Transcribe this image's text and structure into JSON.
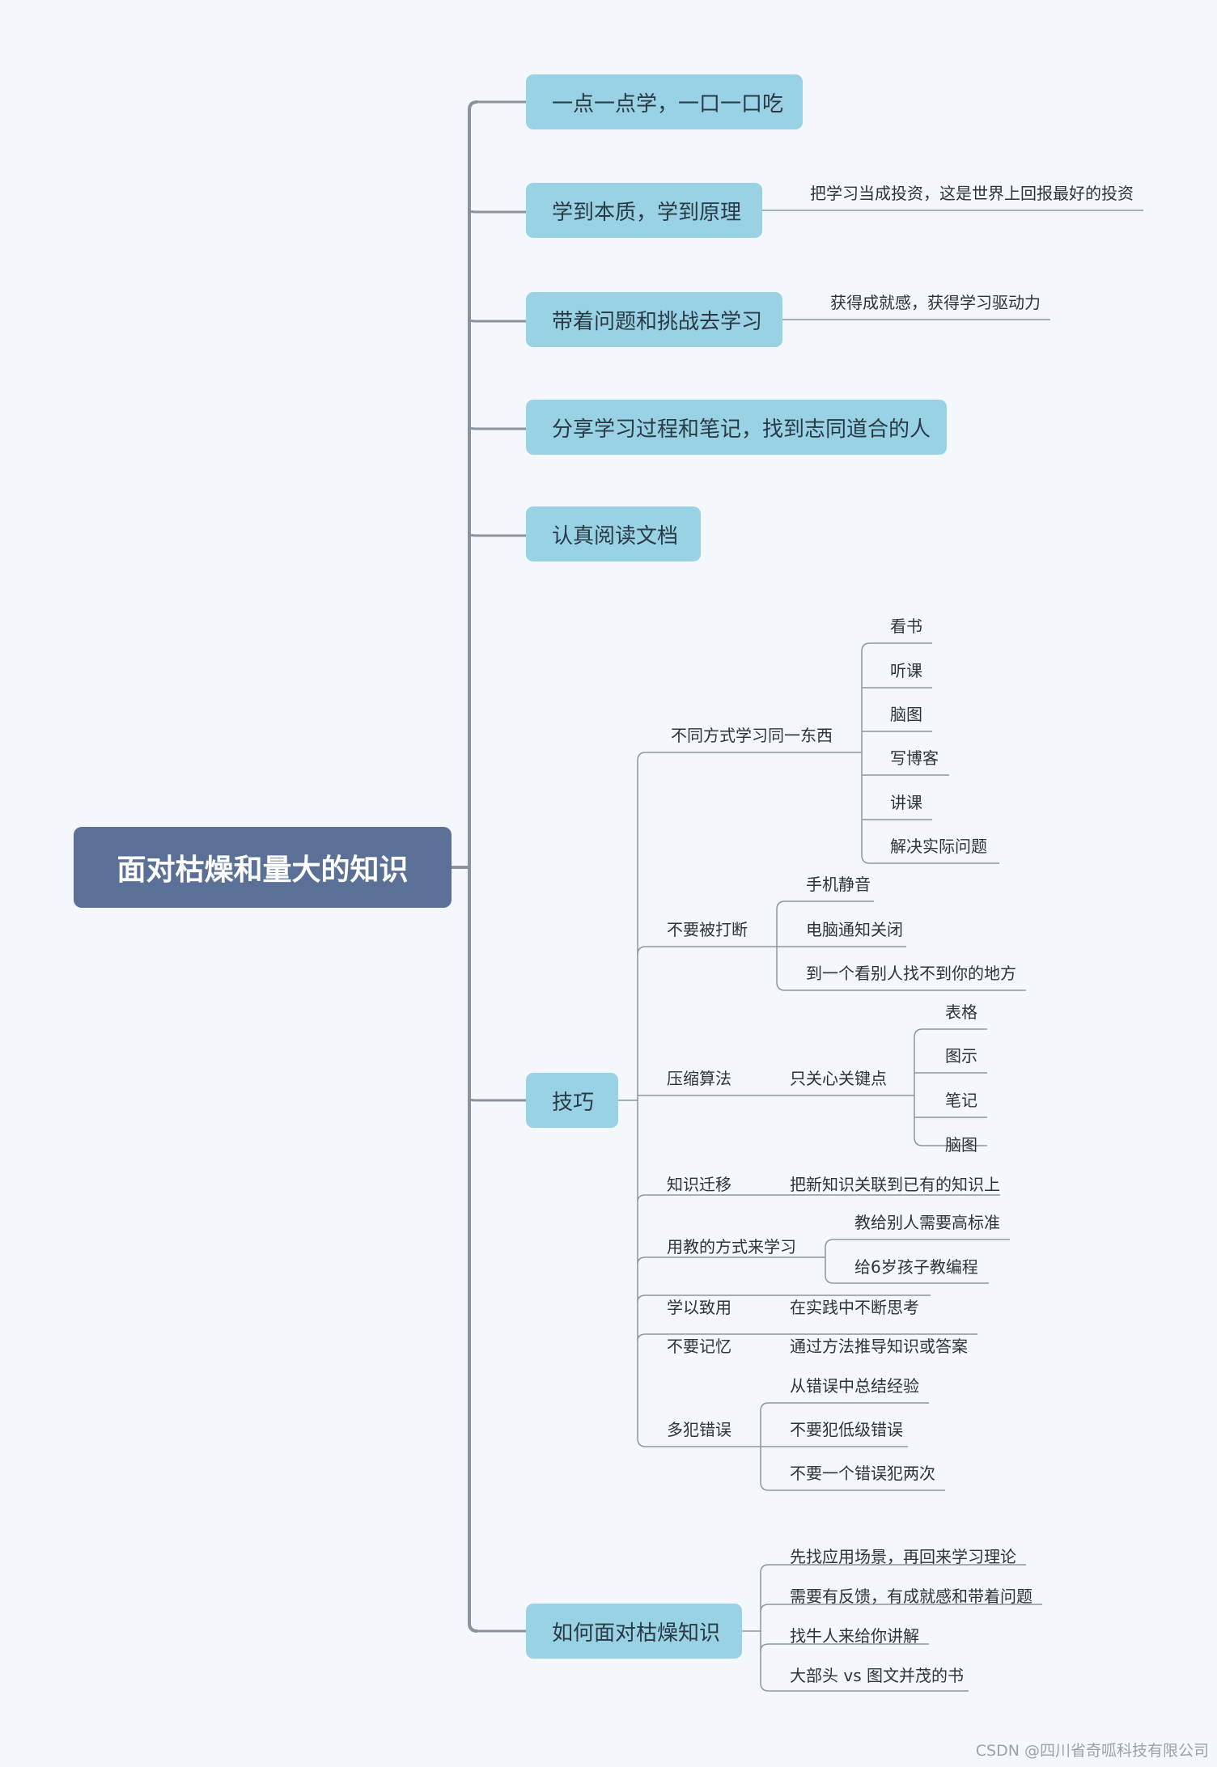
{
  "root": "面对枯燥和量大的知识",
  "topics": [
    {
      "label": "一点一点学，一口一口吃"
    },
    {
      "label": "学到本质，学到原理",
      "note": "把学习当成投资，这是世界上回报最好的投资"
    },
    {
      "label": "带着问题和挑战去学习",
      "note": "获得成就感，获得学习驱动力"
    },
    {
      "label": "分享学习过程和笔记，找到志同道合的人"
    },
    {
      "label": "认真阅读文档"
    },
    {
      "label": "技巧",
      "children": [
        {
          "label": "不同方式学习同一东西",
          "children": [
            "看书",
            "听课",
            "脑图",
            "写博客",
            "讲课",
            "解决实际问题"
          ]
        },
        {
          "label": "不要被打断",
          "children": [
            "手机静音",
            "电脑通知关闭",
            "到一个看别人找不到你的地方"
          ]
        },
        {
          "label": "压缩算法",
          "sub": "只关心关键点",
          "children": [
            "表格",
            "图示",
            "笔记",
            "脑图"
          ]
        },
        {
          "label": "知识迁移",
          "sub": "把新知识关联到已有的知识上"
        },
        {
          "label": "用教的方式来学习",
          "children": [
            "教给别人需要高标准",
            "给6岁孩子教编程"
          ]
        },
        {
          "label": "学以致用",
          "sub": "在实践中不断思考"
        },
        {
          "label": "不要记忆",
          "sub": "通过方法推导知识或答案"
        },
        {
          "label": "多犯错误",
          "children": [
            "从错误中总结经验",
            "不要犯低级错误",
            "不要一个错误犯两次"
          ]
        }
      ]
    },
    {
      "label": "如何面对枯燥知识",
      "children": [
        "先找应用场景，再回来学习理论",
        "需要有反馈，有成就感和带着问题",
        "找牛人来给你讲解",
        "大部头 vs 图文并茂的书"
      ]
    }
  ],
  "watermark": "CSDN @四川省奇呱科技有限公司",
  "colors": {
    "root": "#5a7096",
    "topic": "#99d2e4",
    "trunk": "#8a939e",
    "line": "#8e969e"
  }
}
